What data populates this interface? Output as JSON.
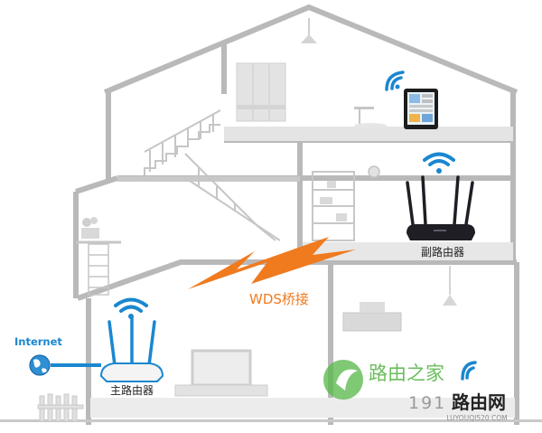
{
  "labels": {
    "internet": "Internet",
    "main_router": "主路由器",
    "sub_router": "副路由器",
    "wds_bridge": "WDS桥接"
  },
  "watermark": {
    "brand_cn": "路由之家",
    "site_number": "191",
    "site_cn": "路由网",
    "site_url": "LUYOUQI520.COM"
  },
  "colors": {
    "wall": "#b9b9b9",
    "floor": "#d6d6d6",
    "wifi": "#1a87d0",
    "bolt": "#f07a1e",
    "cable": "#1a87d0",
    "router_dark": "#1e1e24",
    "watermark_green": "#59b84a"
  }
}
